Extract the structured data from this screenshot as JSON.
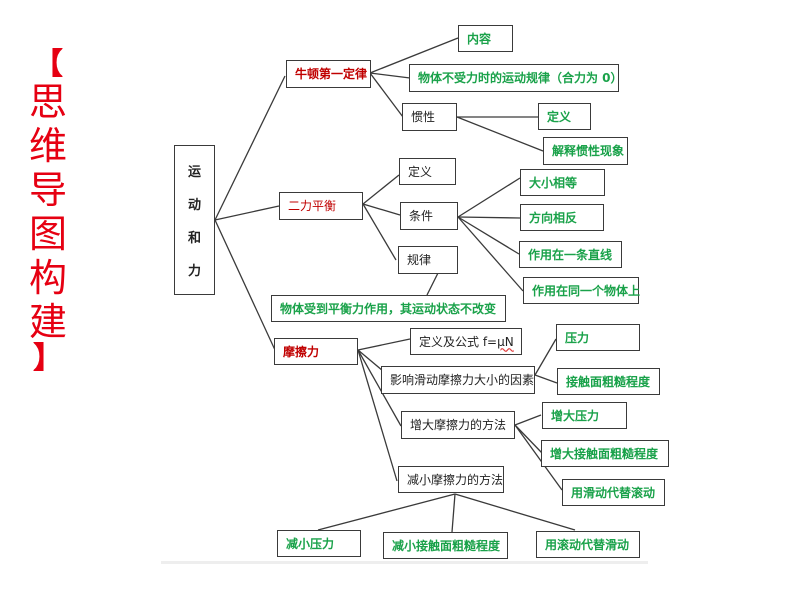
{
  "side_title": {
    "open_bracket": "【",
    "chars": [
      "思",
      "维",
      "导",
      "图",
      "构",
      "建"
    ],
    "close_bracket": "】",
    "color": "#e60012"
  },
  "root": {
    "chars": [
      "运",
      "动",
      "和",
      "力"
    ]
  },
  "colors": {
    "branch": "#c00000",
    "leaf": "#1aa24a",
    "text": "#222222",
    "line": "#3a3a3a"
  },
  "branches": {
    "newton": {
      "label": "牛顿第一定律",
      "content": "内容",
      "law": "物体不受力时的运动规律（合力为 0）",
      "inertia": "惯性",
      "inertia_def": "定义",
      "inertia_explain": "解释惯性现象"
    },
    "balance": {
      "label": "二力平衡",
      "definition": "定义",
      "condition": "条件",
      "conditions": [
        "大小相等",
        "方向相反",
        "作用在一条直线",
        "作用在同一个物体上"
      ],
      "rule": "规律",
      "rule_text": "物体受到平衡力作用，其运动状态不改变"
    },
    "friction": {
      "label": "摩擦力",
      "formula_prefix": "定义及公式 f=",
      "formula_mu": "μN",
      "factors": "影响滑动摩擦力大小的因素",
      "factor_items": [
        "压力",
        "接触面粗糙程度"
      ],
      "increase": "增大摩擦力的方法",
      "increase_items": [
        "增大压力",
        "增大接触面粗糙程度",
        "用滑动代替滚动"
      ],
      "decrease": "减小摩擦力的方法",
      "decrease_items": [
        "减小压力",
        "减小接触面粗糙程度",
        "用滚动代替滑动"
      ]
    }
  }
}
